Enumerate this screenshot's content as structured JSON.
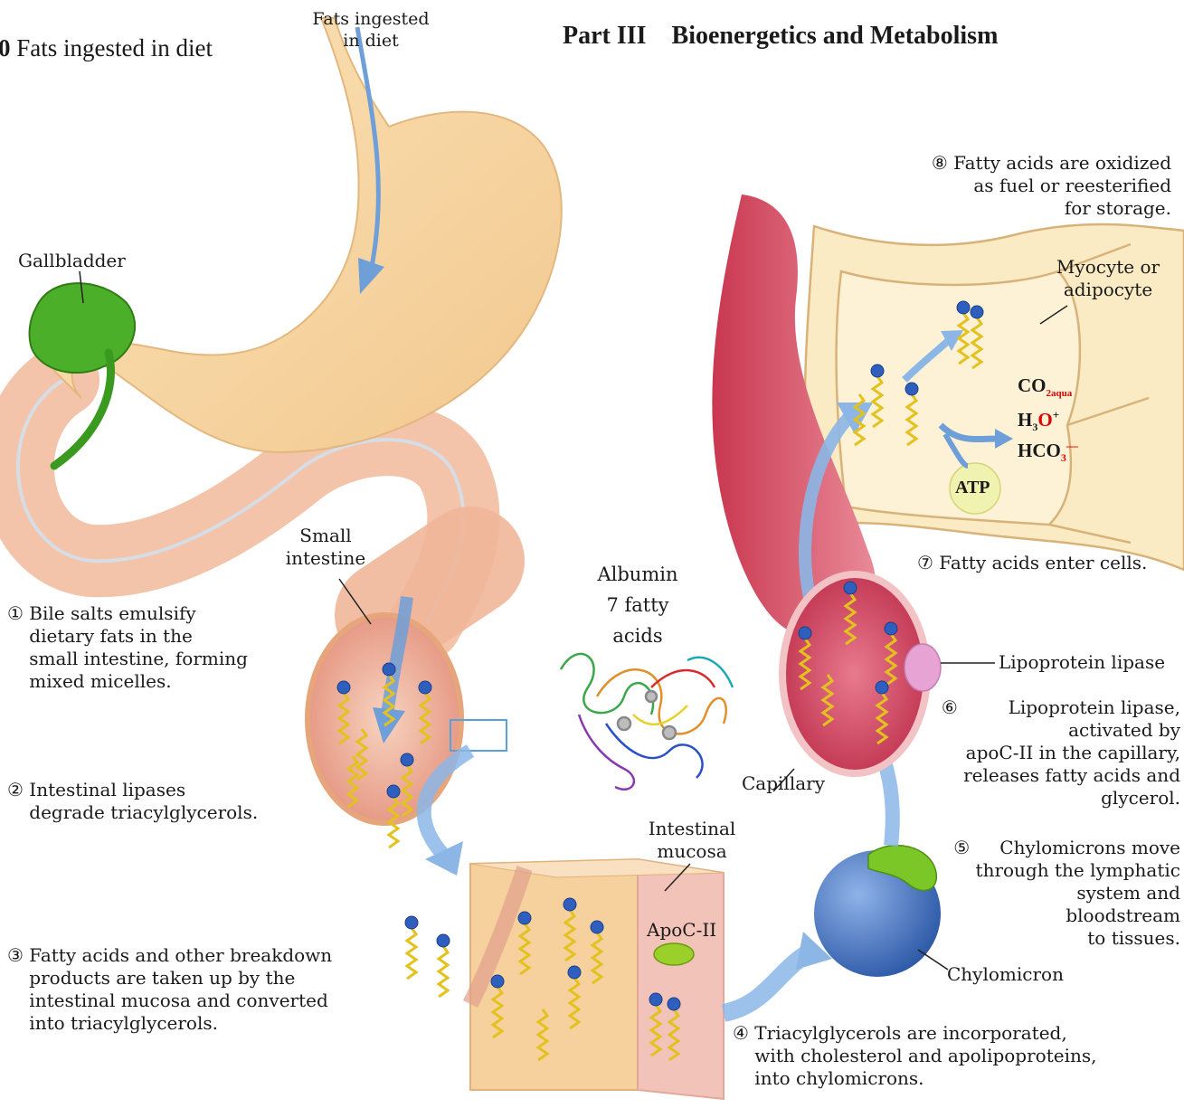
{
  "header": {
    "figure_prefix": "0",
    "figure_title": "Fats ingested in diet",
    "part_label": "Part III",
    "part_title": "Bioenergetics and Metabolism"
  },
  "labels": {
    "fats_ingested": "Fats ingested\nin diet",
    "gallbladder": "Gallbladder",
    "small_intestine": "Small\nintestine",
    "albumin": "Albumin\n7 fatty\nacids",
    "intestinal_mucosa": "Intestinal\nmucosa",
    "apoc2": "ApoC-II",
    "capillary": "Capillary",
    "lipoprotein_lipase": "Lipoprotein lipase",
    "chylomicron": "Chylomicron",
    "myocyte": "Myocyte or\nadipocyte",
    "atp": "ATP"
  },
  "chemistry": {
    "co2": "CO",
    "co2_sub": "2aqua",
    "h3o": "H",
    "h3o_sub": "3",
    "h3o_o": "O",
    "h3o_sup": "+",
    "hco3": "HCO",
    "hco3_sub": "3",
    "hco3_sup": "—"
  },
  "steps": [
    {
      "num": "①",
      "text": "Bile salts emulsify\ndietary fats in the\nsmall intestine, forming\nmixed micelles."
    },
    {
      "num": "②",
      "text": "Intestinal lipases\ndegrade triacylglycerols."
    },
    {
      "num": "③",
      "text": "Fatty acids and other breakdown\nproducts are taken up by the\nintestinal mucosa and converted\ninto triacylglycerols."
    },
    {
      "num": "④",
      "text": "Triacylglycerols are incorporated,\nwith cholesterol and apolipoproteins,\ninto chylomicrons."
    },
    {
      "num": "⑤",
      "text": "Chylomicrons move\nthrough the lymphatic\nsystem and\nbloodstream\nto tissues."
    },
    {
      "num": "⑥",
      "text": "Lipoprotein lipase,\nactivated by\napoC-II in the capillary,\nreleases fatty acids and\nglycerol."
    },
    {
      "num": "⑦",
      "text": "Fatty acids enter cells."
    },
    {
      "num": "⑧",
      "text": "Fatty acids are oxidized\nas fuel or reesterified\nfor storage."
    }
  ]
}
